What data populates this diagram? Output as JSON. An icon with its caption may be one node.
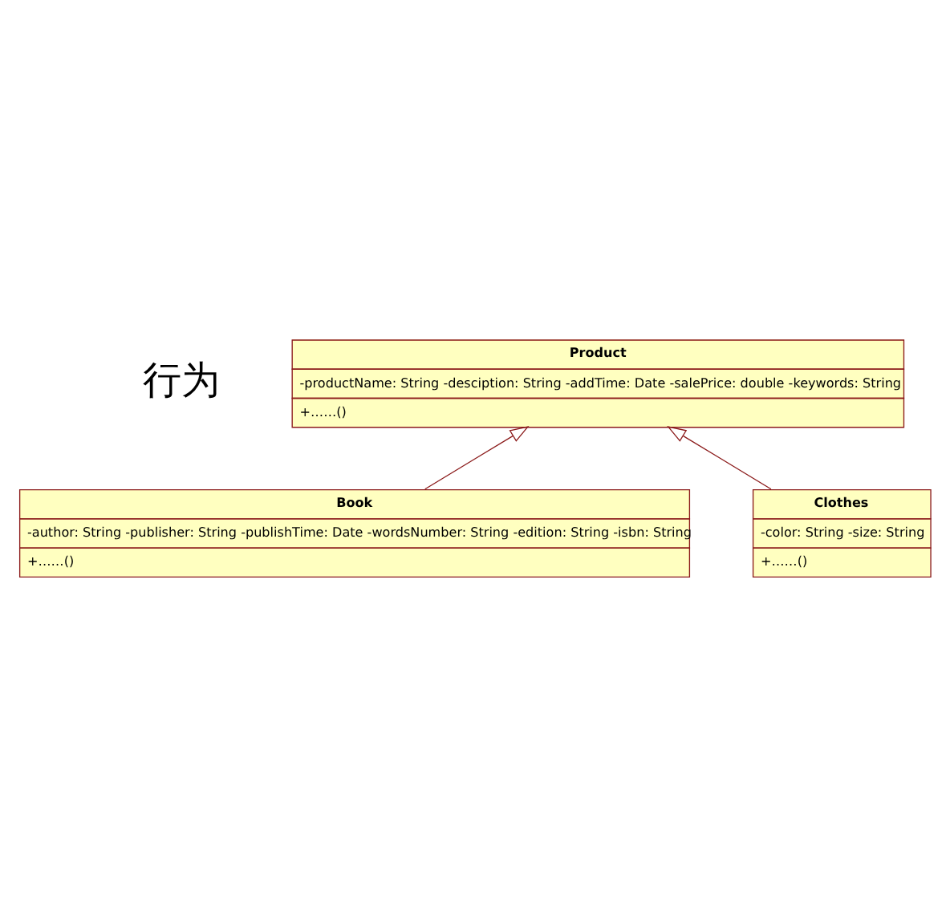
{
  "diagram": {
    "nodes": [
      {
        "text": [
          "Product",
          "-productName: String -desciption: String -addTime: Date -salePrice: double -keywords: String",
          "+……()"
        ]
      },
      {
        "text": [
          "Book",
          "-author: String -publisher: String -publishTime: Date -wordsNumber: String -edition: String -isbn: String",
          "+……()"
        ]
      },
      {
        "text": [
          "Clothes",
          "-color: String -size: String",
          "+……()"
        ]
      }
    ],
    "edges": [
      {
        "from": 1,
        "to": 0,
        "arrow": "to"
      },
      {
        "from": 2,
        "to": 0,
        "arrow": "to"
      }
    ],
    "labels": [
      "行为"
    ]
  }
}
